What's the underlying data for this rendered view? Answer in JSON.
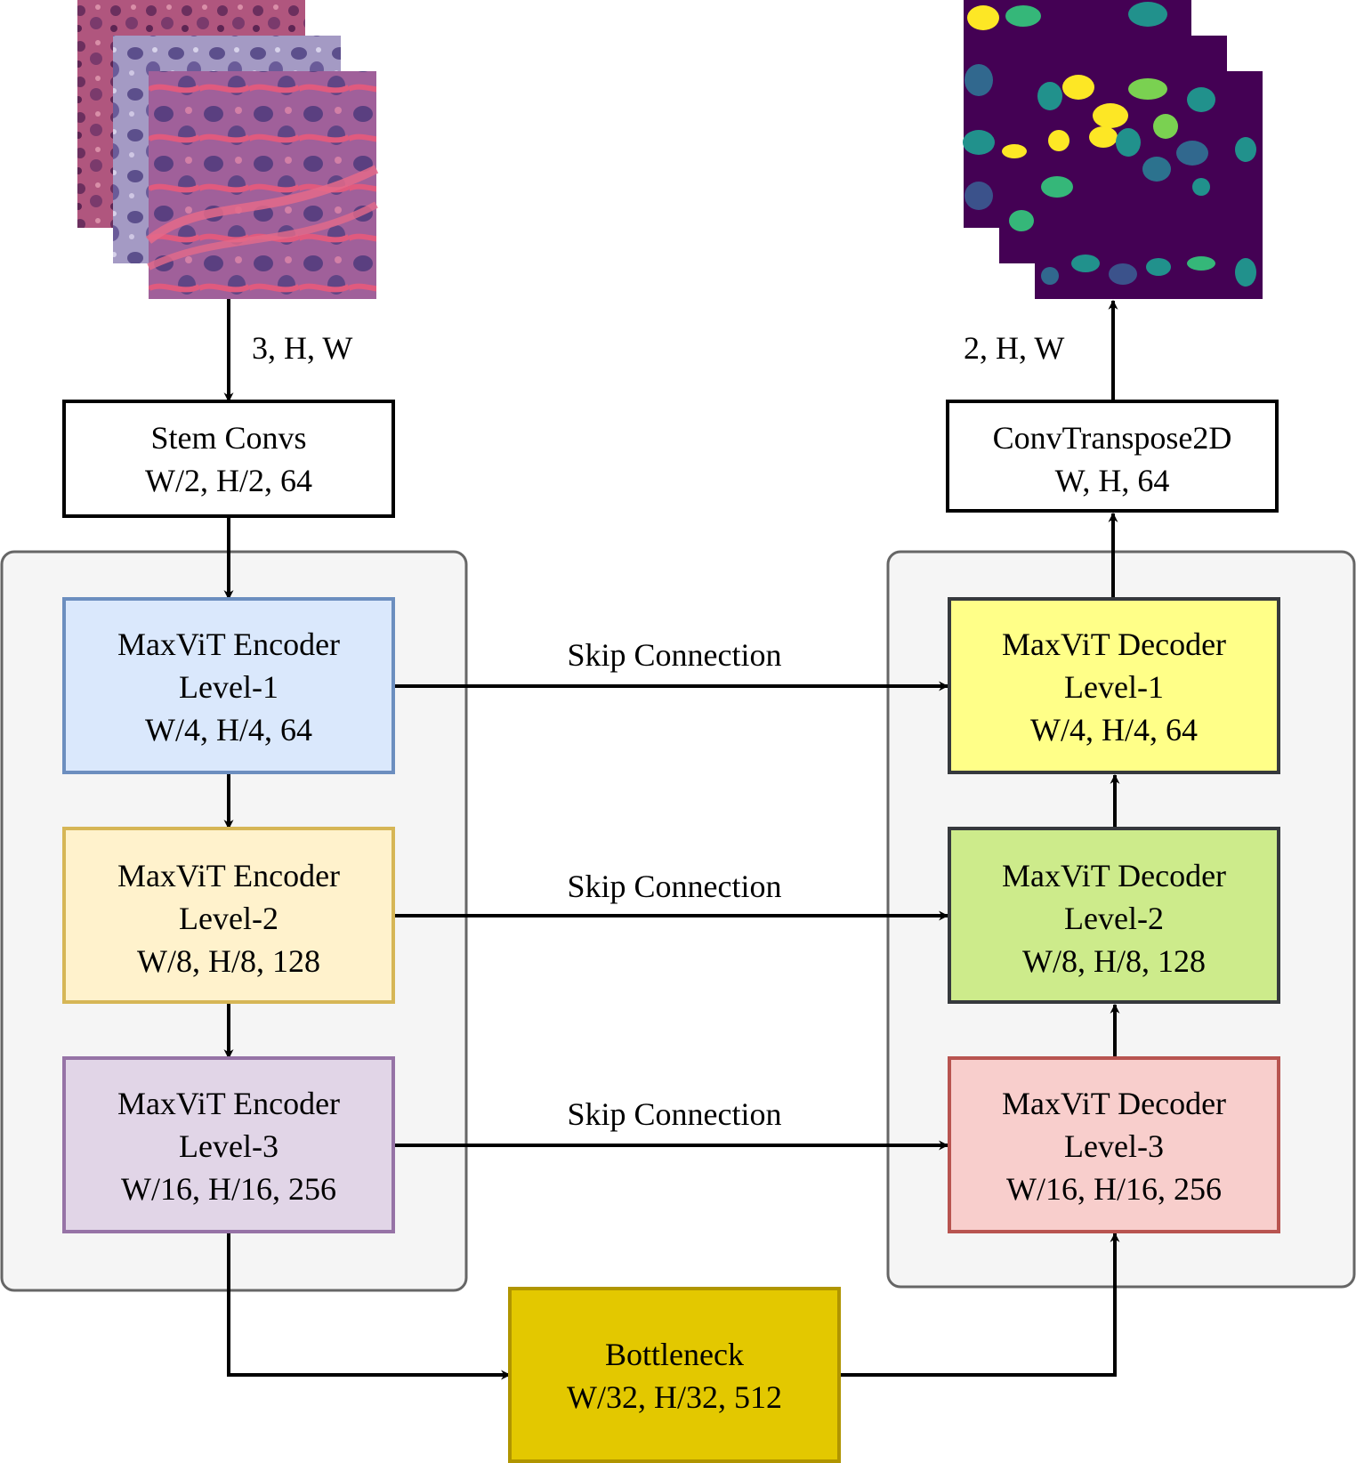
{
  "input": {
    "label": "3, H, W",
    "icon": "histology-image-stack-icon"
  },
  "output": {
    "label": "2, H, W",
    "icon": "segmentation-mask-stack-icon"
  },
  "stem": {
    "line1": "Stem Convs",
    "line2": "W/2, H/2, 64"
  },
  "convt": {
    "line1": "ConvTranspose2D",
    "line2": "W, H, 64"
  },
  "encoders": [
    {
      "line1": "MaxViT Encoder",
      "line2": "Level-1",
      "line3": "W/4, H/4, 64"
    },
    {
      "line1": "MaxViT Encoder",
      "line2": "Level-2",
      "line3": "W/8, H/8, 128"
    },
    {
      "line1": "MaxViT Encoder",
      "line2": "Level-3",
      "line3": "W/16, H/16, 256"
    }
  ],
  "decoders": [
    {
      "line1": "MaxViT Decoder",
      "line2": "Level-1",
      "line3": "W/4, H/4, 64"
    },
    {
      "line1": "MaxViT Decoder",
      "line2": "Level-2",
      "line3": "W/8, H/8, 128"
    },
    {
      "line1": "MaxViT Decoder",
      "line2": "Level-3",
      "line3": "W/16, H/16, 256"
    }
  ],
  "skips": [
    {
      "label": "Skip Connection"
    },
    {
      "label": "Skip Connection"
    },
    {
      "label": "Skip Connection"
    }
  ],
  "bottleneck": {
    "line1": "Bottleneck",
    "line2": "W/32, H/32, 512"
  },
  "colors": {
    "group_fill": "#f5f5f5",
    "group_stroke": "#666666",
    "enc1_fill": "#dae8fc",
    "enc1_stroke": "#6c8ebf",
    "enc2_fill": "#fff2cc",
    "enc2_stroke": "#d6b656",
    "enc3_fill": "#e1d5e7",
    "enc3_stroke": "#9673a6",
    "dec1_fill": "#ffff88",
    "dec1_stroke": "#36393d",
    "dec2_fill": "#cdeb8b",
    "dec2_stroke": "#36393d",
    "dec3_fill": "#f8cecc",
    "dec3_stroke": "#b85450",
    "bottleneck_fill": "#e3c800",
    "bottleneck_stroke": "#b09500",
    "mask_bg": "#440154"
  }
}
